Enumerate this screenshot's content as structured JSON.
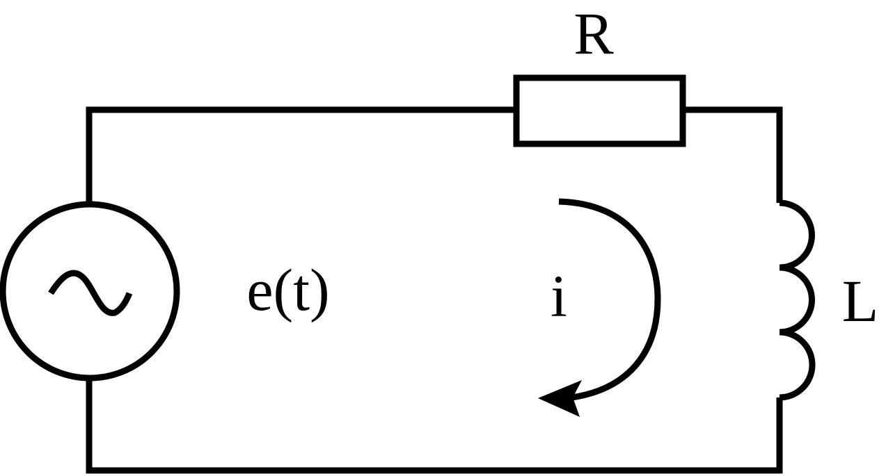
{
  "diagram": {
    "labels": {
      "resistor": "R",
      "source": "e(t)",
      "current": "i",
      "inductor": "L"
    },
    "colors": {
      "stroke": "#000000",
      "background": "#ffffff"
    },
    "icons": {
      "source_symbol": "sine-wave-icon",
      "current_direction": "clockwise-arrow-icon"
    }
  }
}
